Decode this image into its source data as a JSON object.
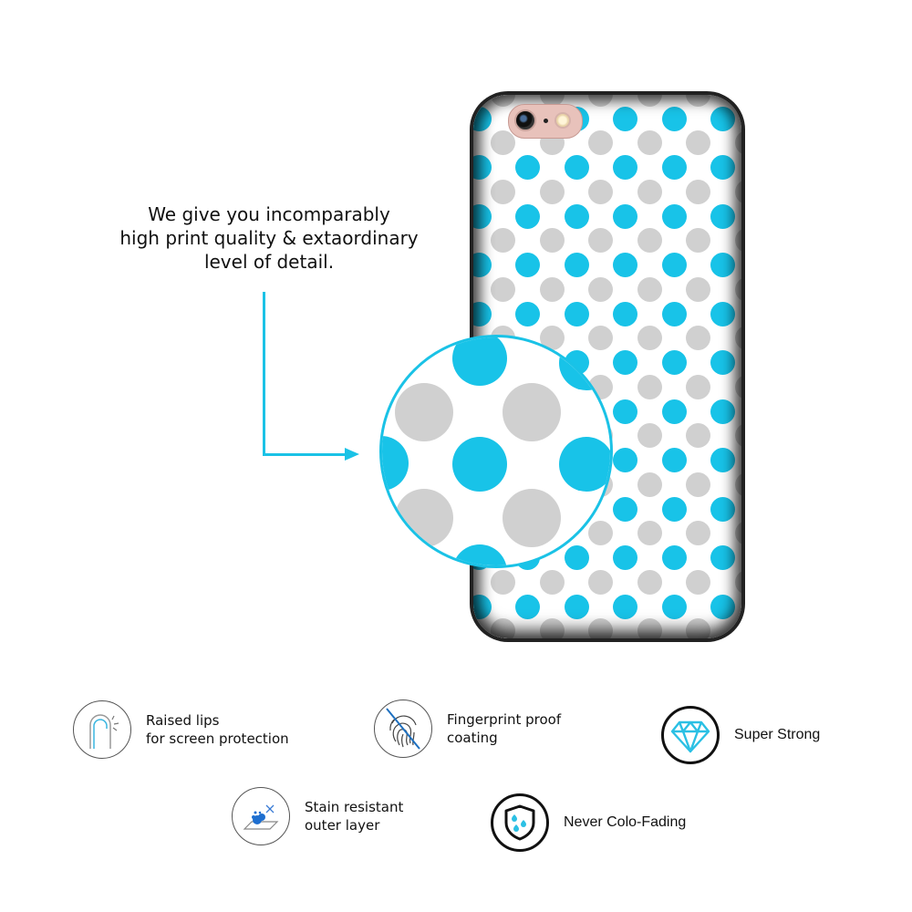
{
  "headline": {
    "lines": [
      "We give you incomparably",
      "high print quality & extaordinary",
      "level of detail."
    ]
  },
  "product": {
    "type": "phone case",
    "pattern": "polka dots",
    "colors": {
      "accent_blue": "#18c3e8",
      "dot_grey": "#d0d0d0",
      "case_background": "#ffffff",
      "camera_rose_gold": "#e8c2bb"
    }
  },
  "magnifier": {
    "border_color": "#1ac2e6"
  },
  "features": [
    {
      "icon": "raised-lips-icon",
      "line1": "Raised lips",
      "line2": "for screen protection"
    },
    {
      "icon": "fingerprint-icon",
      "line1": "Fingerprint proof",
      "line2": "coating"
    },
    {
      "icon": "diamond-icon",
      "line1": "Super Strong",
      "line2": ""
    },
    {
      "icon": "stain-icon",
      "line1": "Stain resistant",
      "line2": "outer layer"
    },
    {
      "icon": "shield-drops-icon",
      "line1": "Never Colo-Fading",
      "line2": ""
    }
  ]
}
